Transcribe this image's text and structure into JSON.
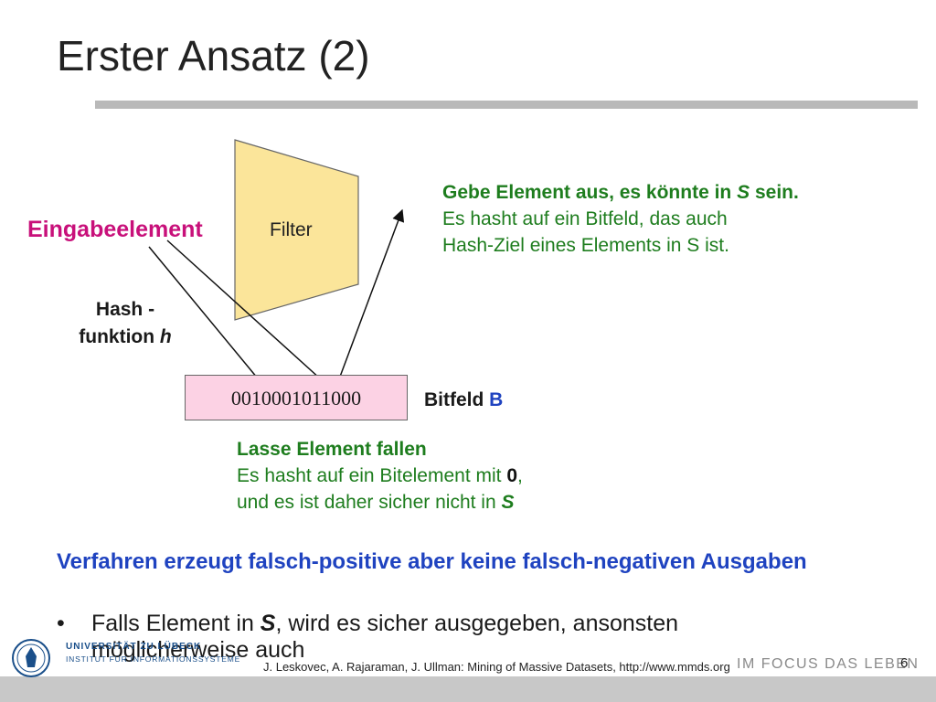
{
  "title": "Erster Ansatz (2)",
  "diagram": {
    "input_label": "Eingabeelement",
    "filter_label": "Filter",
    "hash_label_line1": "Hash -",
    "hash_label_line2_prefix": "funktion ",
    "hash_label_line2_var": "h",
    "bit_array": "0010001011000",
    "bitfield_label_prefix": "Bitfeld ",
    "bitfield_label_var": "B",
    "output": {
      "line1_prefix": "Gebe Element aus, es könnte in ",
      "line1_var": "S",
      "line1_suffix": " sein.",
      "line2": "Es hasht auf ein Bitfeld, das auch",
      "line3": "Hash-Ziel eines Elements in S ist."
    },
    "drop": {
      "line1": "Lasse Element fallen",
      "line2_prefix": "Es hasht auf ein Bitelement mit ",
      "line2_bold": "0",
      "line2_suffix": ",",
      "line3_prefix": "und es ist daher sicher nicht in ",
      "line3_var": "S"
    }
  },
  "main_statement": "Verfahren erzeugt falsch-positive aber keine falsch-negativen Ausgaben",
  "bullet": {
    "dot": "•",
    "prefix": "Falls Element in ",
    "var": "S",
    "suffix": ", wird es sicher ausgegeben, ansonsten möglicherweise auch"
  },
  "footer": {
    "reference": "J. Leskovec, A. Rajaraman, J. Ullman: Mining of Massive Datasets, http://www.mmds.org",
    "motto": "IM FOCUS DAS LEBEN",
    "page_number": "6",
    "university_name": "UNIVERSITÄT ZU LÜBECK",
    "institute": "INSTITUT FÜR INFORMATIONSSYSTEME"
  },
  "colors": {
    "accent_blue": "#1f43c0",
    "green": "#1e7d1e",
    "magenta": "#c8107a",
    "filter_fill": "#fbe59a",
    "bitarray_fill": "#fcd2e4",
    "rule_gray": "#b9b9b9"
  }
}
